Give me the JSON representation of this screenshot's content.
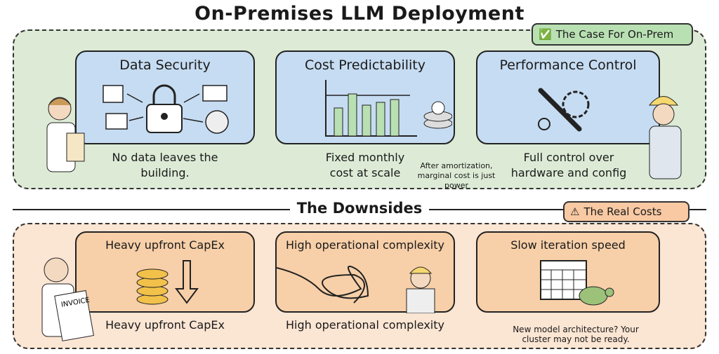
{
  "title": "On-Premises LLM Deployment",
  "top_badge": "The Case For On-Prem",
  "top_cards": [
    {
      "title": "Data Security",
      "caption": "No data leaves the building."
    },
    {
      "title": "Cost Predictability",
      "caption": "Fixed monthly cost at scale",
      "note": "After amortization, marginal cost is just power"
    },
    {
      "title": "Performance Control",
      "caption": "Full control over hardware and config"
    }
  ],
  "divider_title": "The Downsides",
  "bottom_badge": "The Real Costs",
  "bottom_cards": [
    {
      "title": "Heavy upfront CapEx",
      "caption": "Heavy upfront CapEx",
      "invoice": "INVOICE"
    },
    {
      "title": "High operational complexity",
      "caption": "High operational complexity"
    },
    {
      "title": "Slow iteration speed",
      "caption": "",
      "note": "New model architecture? Your cluster may not be ready."
    }
  ],
  "colors": {
    "green_bg": "#ddebd6",
    "blue_card": "#c6dcf2",
    "orange_bg": "#fbe5d3",
    "orange_card": "#f7cfa8"
  }
}
